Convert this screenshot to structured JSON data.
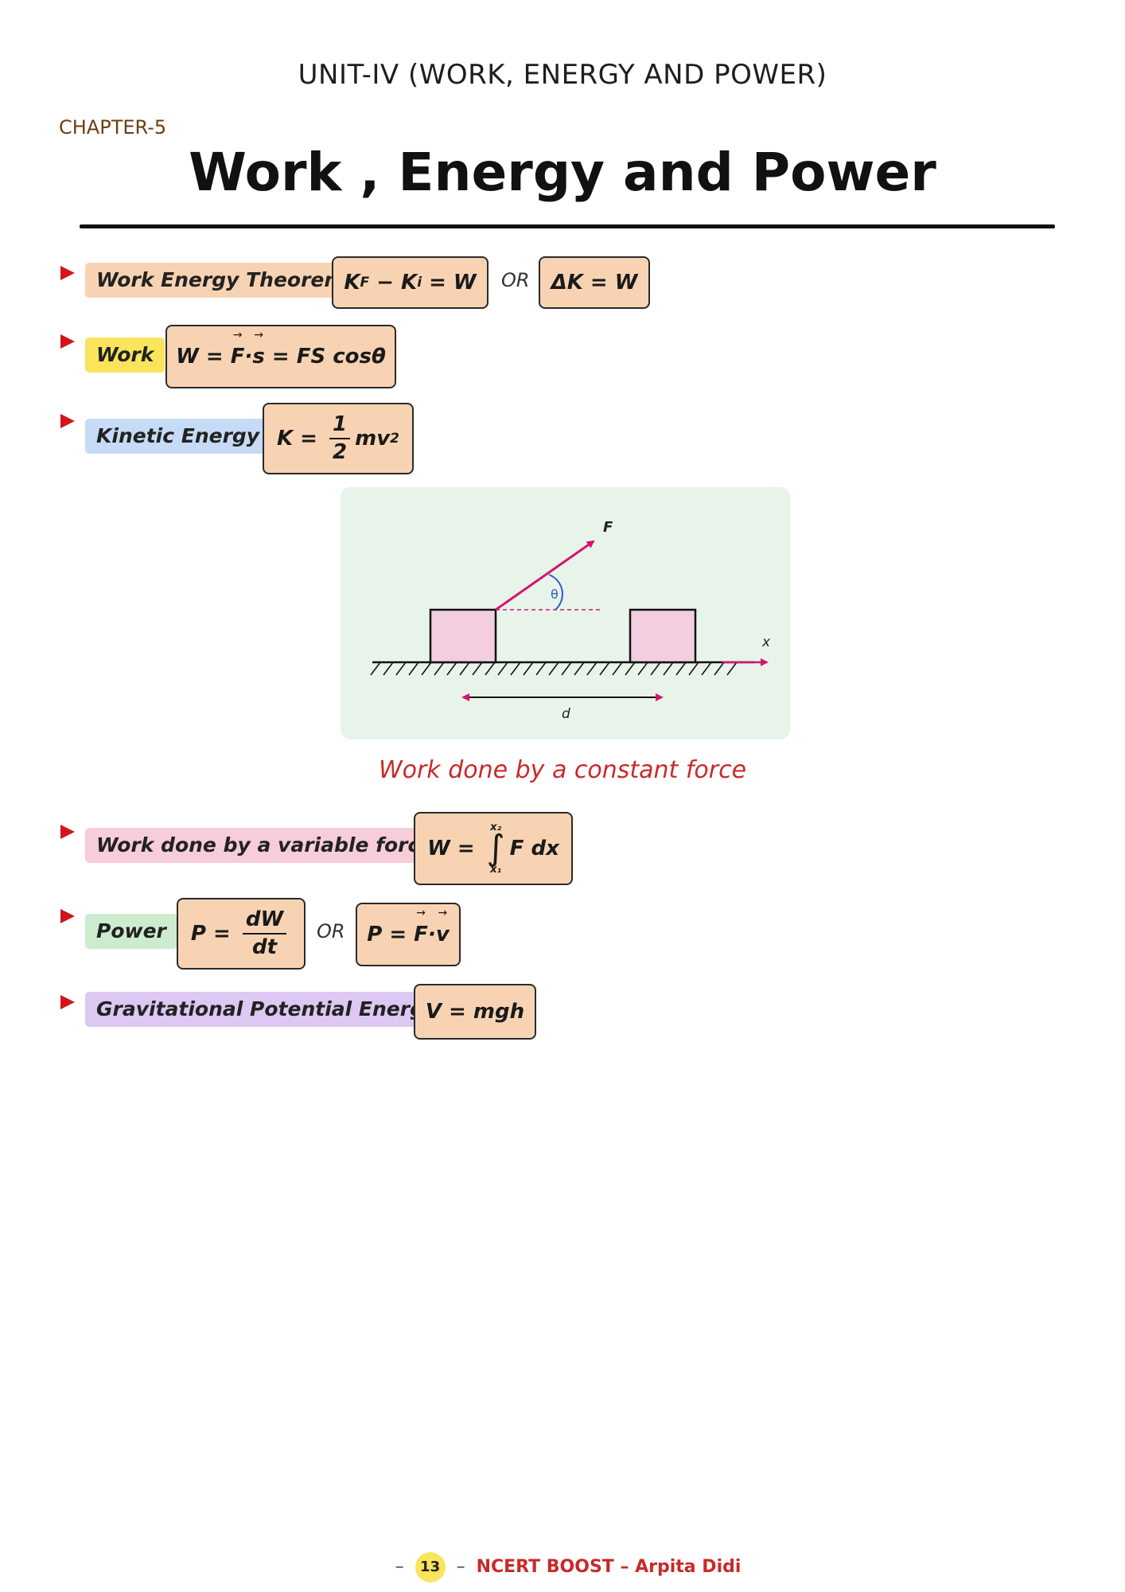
{
  "header": {
    "unit_title": "UNIT-IV  (WORK, ENERGY AND POWER)",
    "chapter": "CHAPTER-5",
    "title": "Work , Energy and Power"
  },
  "rows": {
    "work_energy_theorem": {
      "label": "Work Energy Theorem",
      "or": "OR"
    },
    "work": {
      "label": "Work"
    },
    "kinetic_energy": {
      "label": "Kinetic Energy"
    },
    "variable_force": {
      "label": "Work done by a variable force"
    },
    "power": {
      "label": "Power",
      "or": "OR"
    },
    "gpe": {
      "label": "Gravitational Potential Energy"
    }
  },
  "formulas": {
    "wet1": {
      "kf": "K",
      "kf_sub": "F",
      "minus": " − ",
      "ki": "K",
      "ki_sub": "i",
      "rhs": " = W"
    },
    "wet2": {
      "text": "ΔK = W"
    },
    "work": {
      "lhs": "W = ",
      "F": "F",
      "dot": "·",
      "s": "s",
      "rhs": " = FS cosθ"
    },
    "ke": {
      "lhs": "K = ",
      "num": "1",
      "den": "2",
      "rhs": "mv",
      "sup": "2"
    },
    "variable": {
      "lhs": "W = ",
      "upper": "x₂",
      "lower": "x₁",
      "sign": "∫",
      "rhs": "F dx"
    },
    "power1": {
      "lhs": "P = ",
      "num": "dW",
      "den": "dt"
    },
    "power2": {
      "lhs": "P = ",
      "F": "F",
      "dot": "·",
      "v": "v"
    },
    "gpe": {
      "text": "V = mgh"
    }
  },
  "diagram": {
    "force_label": "F",
    "angle_label": "θ",
    "axis_label": "x",
    "distance_label": "d",
    "caption": "Work done by a constant force",
    "colors": {
      "arrow": "#d6156f",
      "block": "#f3cde0",
      "angle": "#2f5fc4",
      "background": "#e8f4ea"
    }
  },
  "footer": {
    "page_number": "13",
    "left_dash": "–",
    "right_dash": "–",
    "brand": "NCERT BOOST – Arpita Didi"
  }
}
